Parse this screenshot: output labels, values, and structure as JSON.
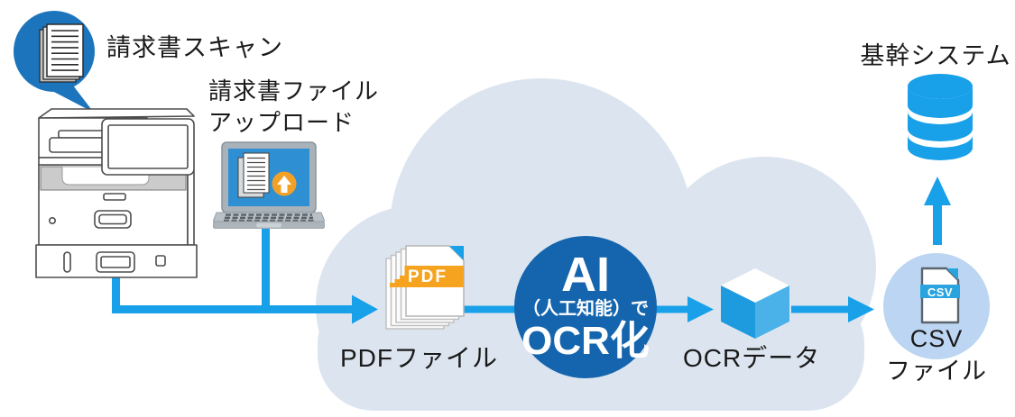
{
  "nodes": {
    "scan": {
      "label": "請求書スキャン"
    },
    "upload": {
      "label_line1": "請求書ファイル",
      "label_line2": "アップロード"
    },
    "pdf": {
      "label": "PDFファイル",
      "badge": "PDF"
    },
    "ai": {
      "line1": "AI",
      "line2": "（人工知能）で",
      "line3": "OCR化"
    },
    "ocr": {
      "label": "OCRデータ"
    },
    "csv": {
      "label_line1": "CSV",
      "label_line2": "ファイル",
      "badge": "CSV"
    },
    "core": {
      "label": "基幹システム"
    }
  },
  "icons": {
    "speech_bubble": "speech-bubble-document-icon",
    "printer": "multifunction-printer-icon",
    "laptop": "laptop-upload-icon",
    "pdf_stack": "pdf-file-stack-icon",
    "ocr_cube": "data-cube-icon",
    "csv_file": "csv-file-icon",
    "database": "database-icon"
  },
  "colors": {
    "flow_blue": "#18A0E8",
    "bubble_blue": "#1C75BC",
    "ai_circle_blue": "#1565AE",
    "cloud_fill": "#DCE5EF",
    "csv_circle_fill": "#BCD5F2",
    "accent_orange": "#F6A41F",
    "laptop_screen_blue": "#2E8FD3",
    "cube_left_face": "#1E9ADF",
    "cube_right_face": "#4AB1E9",
    "text": "#1A1A1A"
  }
}
